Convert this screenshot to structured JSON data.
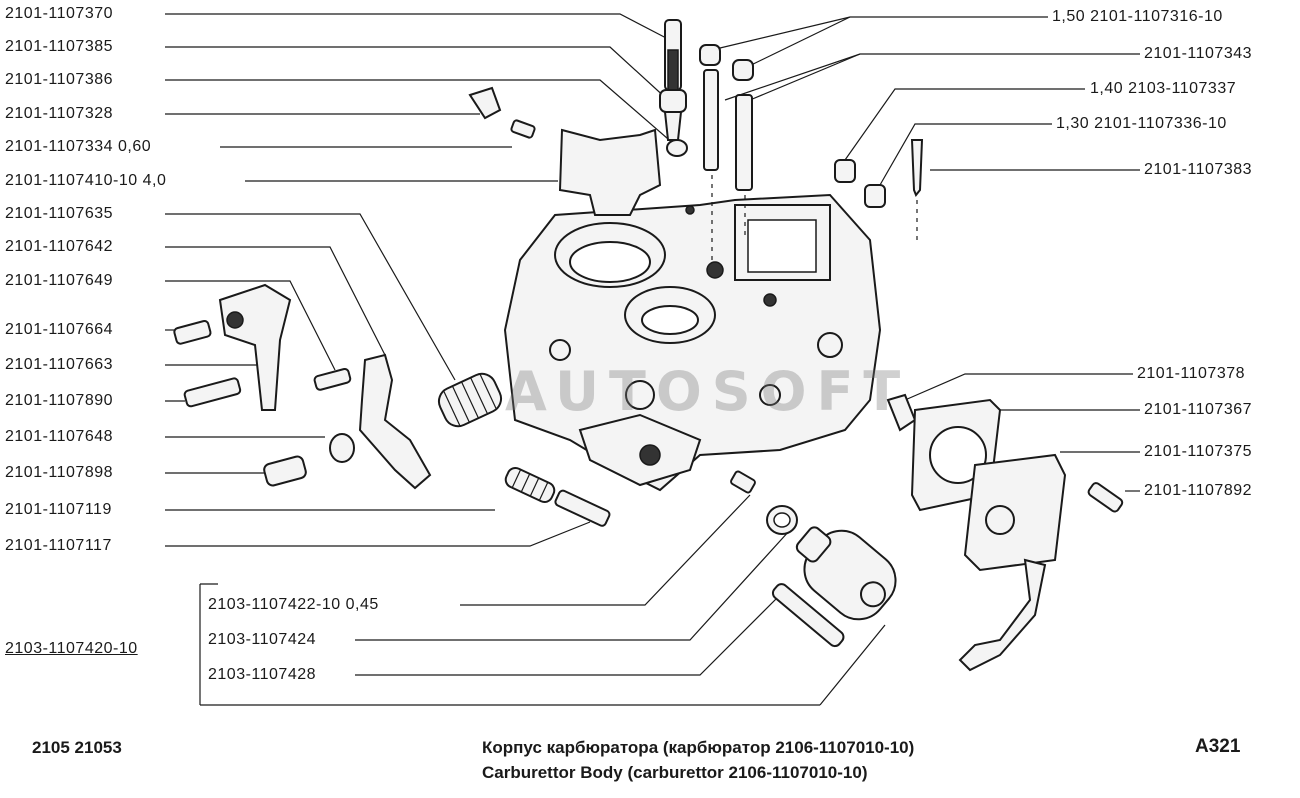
{
  "labels_left": [
    "2101-1107370",
    "2101-1107385",
    "2101-1107386",
    "2101-1107328",
    "2101-1107334  0,60",
    "2101-1107410-10  4,0",
    "2101-1107635",
    "2101-1107642",
    "2101-1107649",
    "2101-1107664",
    "2101-1107663",
    "2101-1107890",
    "2101-1107648",
    "2101-1107898",
    "2101-1107119",
    "2101-1107117"
  ],
  "labels_right": [
    "1,50  2101-1107316-10",
    "2101-1107343",
    "1,40  2103-1107337",
    "1,30  2101-1107336-10",
    "2101-1107383",
    "2101-1107378",
    "2101-1107367",
    "2101-1107375",
    "2101-1107892"
  ],
  "assembly": {
    "code": "2103-1107420-10",
    "items": [
      "2103-1107422-10  0,45",
      "2103-1107424",
      "2103-1107428"
    ]
  },
  "footer": {
    "models": "2105   21053",
    "title_ru": "Корпус карбюратора (карбюратор 2106-1107010-10)",
    "title_en": "Carburettor Body (carburettor 2106-1107010-10)",
    "page_code": "А321"
  },
  "watermark": "AUTOSOFT"
}
